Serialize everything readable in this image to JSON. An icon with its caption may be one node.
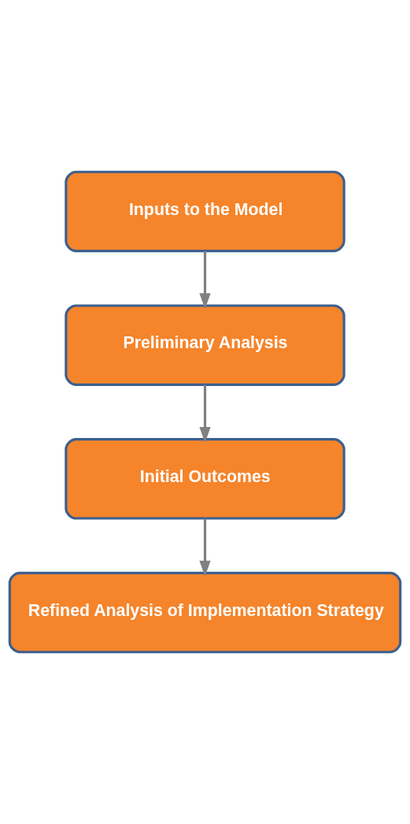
{
  "diagram": {
    "nodes": [
      {
        "text": [
          "Inputs to the Model"
        ]
      },
      {
        "text": [
          "Preliminary Analysis"
        ]
      },
      {
        "text": [
          "Initial Outcomes"
        ]
      },
      {
        "text": [
          "Refined Analysis of Implementation Strategy"
        ]
      }
    ],
    "edges": [
      {
        "from": 0,
        "to": 1,
        "arrow": "to"
      },
      {
        "from": 1,
        "to": 2,
        "arrow": "to"
      },
      {
        "from": 2,
        "to": 3,
        "arrow": "to"
      }
    ]
  }
}
